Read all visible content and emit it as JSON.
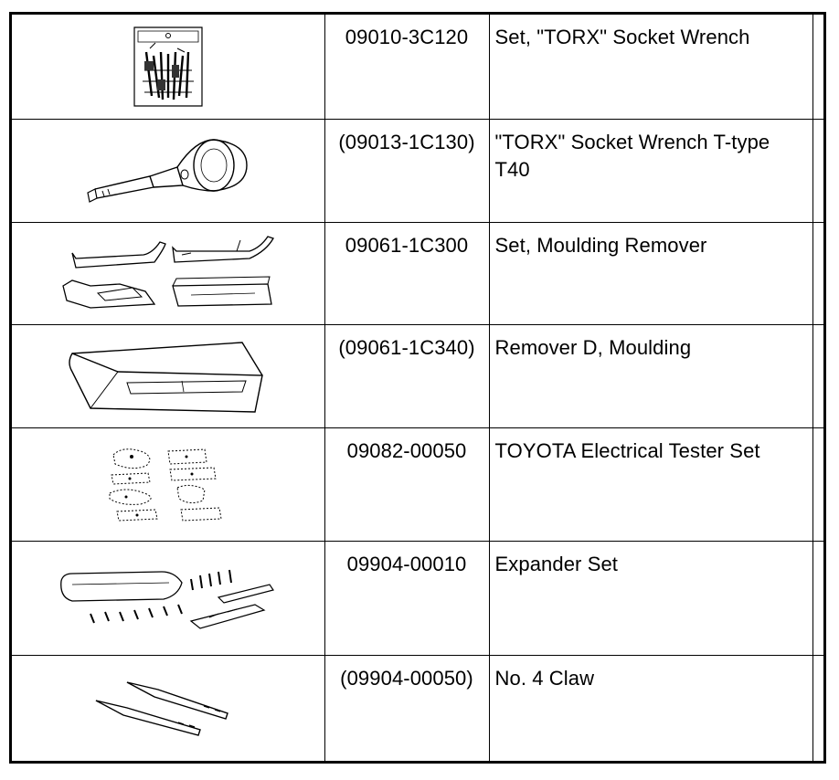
{
  "rows": [
    {
      "part_no": "09010-3C120",
      "name": "Set, \"TORX\" Socket Wrench",
      "illustration": "torx-socket-wrench-set"
    },
    {
      "part_no": "(09013-1C130)",
      "name": "\"TORX\" Socket Wrench T-type T40",
      "illustration": "t-type-socket-wrench"
    },
    {
      "part_no": "09061-1C300",
      "name": "Set, Moulding Remover",
      "illustration": "moulding-remover-set"
    },
    {
      "part_no": "(09061-1C340)",
      "name": "Remover D, Moulding",
      "illustration": "moulding-remover-d"
    },
    {
      "part_no": "09082-00050",
      "name": "TOYOTA Electrical Tester Set",
      "illustration": "electrical-tester-set"
    },
    {
      "part_no": "09904-00010",
      "name": "Expander Set",
      "illustration": "expander-set"
    },
    {
      "part_no": "(09904-00050)",
      "name": "No. 4 Claw",
      "illustration": "claw-tools"
    }
  ]
}
